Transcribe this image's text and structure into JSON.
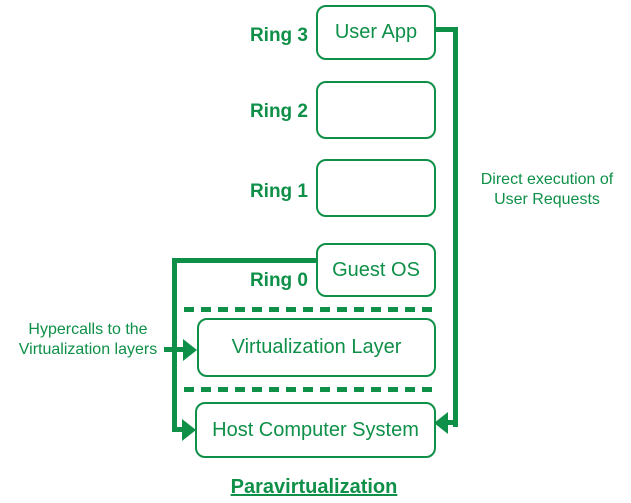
{
  "colors": {
    "accent": "#0f9048",
    "background": "#ffffff"
  },
  "diagram": {
    "title": "Paravirtualization",
    "rings": [
      {
        "label": "Ring 3",
        "box_text": "User App"
      },
      {
        "label": "Ring 2",
        "box_text": ""
      },
      {
        "label": "Ring 1",
        "box_text": ""
      },
      {
        "label": "Ring 0",
        "box_text": "Guest OS"
      }
    ],
    "layers": [
      {
        "box_text": "Virtualization Layer"
      },
      {
        "box_text": "Host Computer System"
      }
    ],
    "annotations": {
      "left": {
        "line1": "Hypercalls to the",
        "line2": "Virtualization layers"
      },
      "right": {
        "line1": "Direct execution of",
        "line2": "User Requests"
      }
    }
  }
}
